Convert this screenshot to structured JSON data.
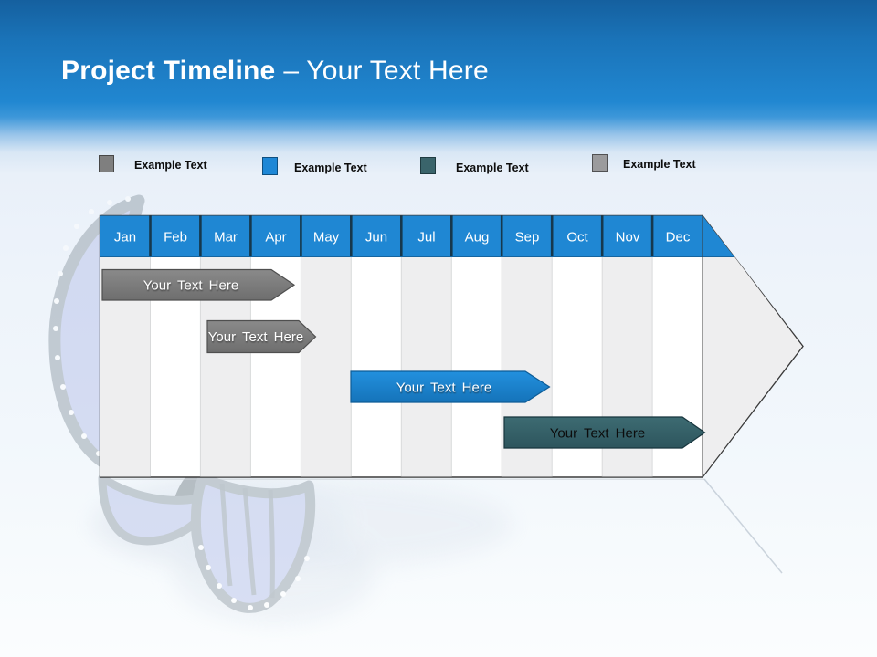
{
  "slide": {
    "title_bold": "Project Timeline",
    "title_rest": "– Your Text Here"
  },
  "legend": {
    "items": [
      {
        "label": "Example Text",
        "color": "#7f7f7f"
      },
      {
        "label": "Example Text",
        "color": "#1e87d6"
      },
      {
        "label": "Example Text",
        "color": "#3a646b"
      },
      {
        "label": "Example Text",
        "color": "#9b9b9d"
      }
    ]
  },
  "timeline": {
    "months": [
      "Jan",
      "Feb",
      "Mar",
      "Apr",
      "May",
      "Jun",
      "Jul",
      "Aug",
      "Sep",
      "Oct",
      "Nov",
      "Dec"
    ],
    "header_color": "#1f87d3",
    "body_stripe_color": "#eeeeef",
    "outline_color": "#3b3b3b",
    "bars": [
      {
        "label": "Your Text Here",
        "color": "#7d7d7d",
        "text_color": "#ffffff",
        "start_month": "Jan",
        "end_month": "Apr"
      },
      {
        "label": "Your Text Here",
        "color": "#7d7d7d",
        "text_color": "#ffffff",
        "start_month": "Mar",
        "end_month": "May"
      },
      {
        "label": "Your Text Here",
        "color": "#1e87d6",
        "text_color": "#ffffff",
        "start_month": "Jun",
        "end_month": "Sep"
      },
      {
        "label": "Your Text Here",
        "color": "#36626a",
        "text_color": "#0c0c0c",
        "start_month": "Sep",
        "end_month": "Dec"
      }
    ]
  }
}
